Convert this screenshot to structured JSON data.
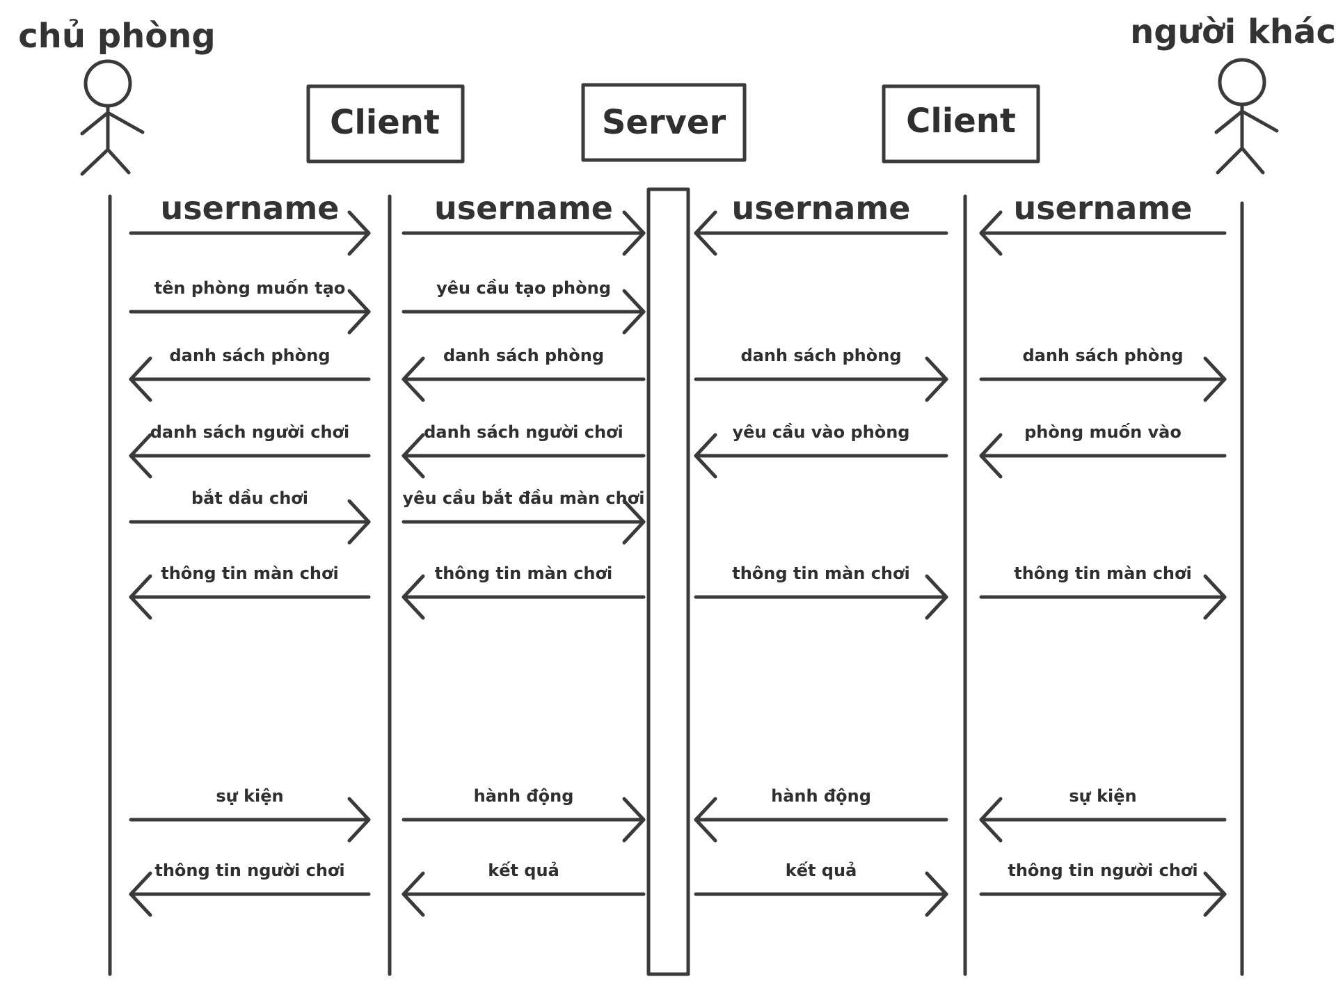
{
  "actors": {
    "left": {
      "label": "chủ phòng",
      "icon": "stick-figure-icon"
    },
    "right": {
      "label": "người khác",
      "icon": "stick-figure-icon"
    }
  },
  "participants": {
    "client_left": "Client",
    "server": "Server",
    "client_right": "Client"
  },
  "messages": [
    {
      "id": "m01",
      "lane": "a",
      "dir": "right",
      "text": "username",
      "size": "big"
    },
    {
      "id": "m02",
      "lane": "b",
      "dir": "right",
      "text": "username",
      "size": "big"
    },
    {
      "id": "m03",
      "lane": "c",
      "dir": "left",
      "text": "username",
      "size": "big"
    },
    {
      "id": "m04",
      "lane": "d",
      "dir": "left",
      "text": "username",
      "size": "big"
    },
    {
      "id": "m05",
      "lane": "a",
      "dir": "right",
      "text": "tên phòng muốn tạo"
    },
    {
      "id": "m06",
      "lane": "b",
      "dir": "right",
      "text": "yêu cầu tạo phòng"
    },
    {
      "id": "m07",
      "lane": "a",
      "dir": "left",
      "text": "danh sách phòng"
    },
    {
      "id": "m08",
      "lane": "b",
      "dir": "left",
      "text": "danh sách phòng"
    },
    {
      "id": "m09",
      "lane": "c",
      "dir": "right",
      "text": "danh sách phòng"
    },
    {
      "id": "m10",
      "lane": "d",
      "dir": "right",
      "text": "danh sách phòng"
    },
    {
      "id": "m11",
      "lane": "a",
      "dir": "left",
      "text": "danh sách người chơi"
    },
    {
      "id": "m12",
      "lane": "b",
      "dir": "left",
      "text": "danh sách người chơi"
    },
    {
      "id": "m13",
      "lane": "c",
      "dir": "left",
      "text": "yêu cầu vào phòng"
    },
    {
      "id": "m14",
      "lane": "d",
      "dir": "left",
      "text": "phòng muốn vào"
    },
    {
      "id": "m15",
      "lane": "a",
      "dir": "right",
      "text": "bắt dầu chơi"
    },
    {
      "id": "m16",
      "lane": "b",
      "dir": "right",
      "text": "yêu cầu bắt đầu màn chơi"
    },
    {
      "id": "m17",
      "lane": "a",
      "dir": "left",
      "text": "thông tin màn chơi"
    },
    {
      "id": "m18",
      "lane": "b",
      "dir": "left",
      "text": "thông tin màn chơi"
    },
    {
      "id": "m19",
      "lane": "c",
      "dir": "right",
      "text": "thông tin màn chơi"
    },
    {
      "id": "m20",
      "lane": "d",
      "dir": "right",
      "text": "thông tin màn chơi"
    },
    {
      "id": "m21",
      "lane": "a",
      "dir": "right",
      "text": "sự kiện"
    },
    {
      "id": "m22",
      "lane": "b",
      "dir": "right",
      "text": "hành động"
    },
    {
      "id": "m23",
      "lane": "c",
      "dir": "left",
      "text": "hành động"
    },
    {
      "id": "m24",
      "lane": "d",
      "dir": "left",
      "text": "sự kiện"
    },
    {
      "id": "m25",
      "lane": "a",
      "dir": "left",
      "text": "thông tin người chơi"
    },
    {
      "id": "m26",
      "lane": "b",
      "dir": "left",
      "text": "kết quả"
    },
    {
      "id": "m27",
      "lane": "c",
      "dir": "right",
      "text": "kết quả"
    },
    {
      "id": "m28",
      "lane": "d",
      "dir": "right",
      "text": "thông tin người chơi"
    }
  ],
  "style": {
    "ink_color": "#3a3a3a",
    "background": "#ffffff"
  }
}
